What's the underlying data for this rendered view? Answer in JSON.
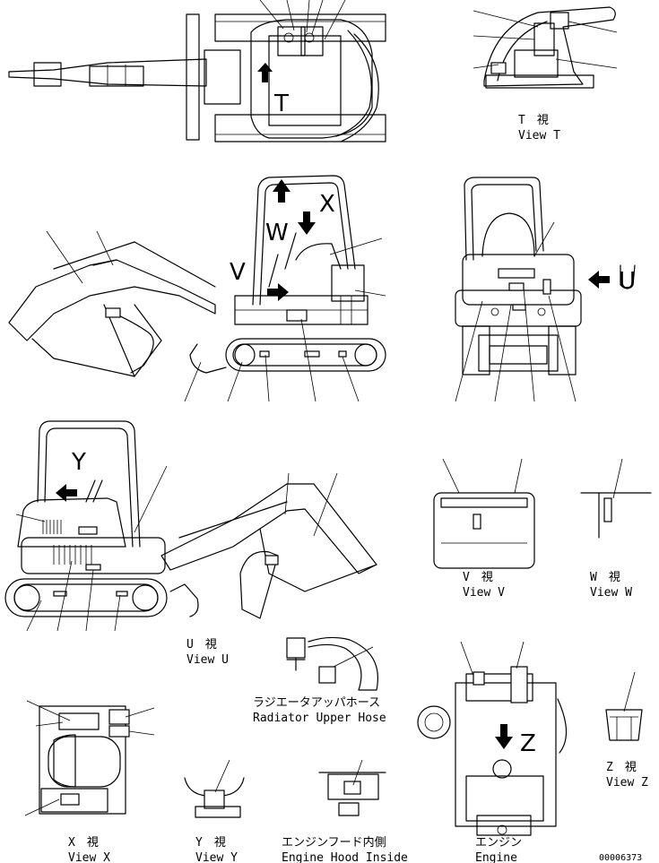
{
  "views": {
    "t": {
      "title_jp": "T　視",
      "title_en": "View T"
    },
    "u": {
      "title_jp": "U　視",
      "title_en": "View U"
    },
    "v": {
      "title_jp": "V　視",
      "title_en": "View V"
    },
    "w": {
      "title_jp": "W　視",
      "title_en": "View W"
    },
    "x": {
      "title_jp": "X　視",
      "title_en": "View X"
    },
    "y": {
      "title_jp": "Y　視",
      "title_en": "View Y"
    },
    "z": {
      "title_jp": "Z　視",
      "title_en": "View Z"
    },
    "radiator": {
      "title_jp": "ラジエータアッパホース",
      "title_en": "Radiator Upper Hose"
    },
    "hood": {
      "title_jp": "エンジンフード内側",
      "title_en": "Engine Hood Inside"
    },
    "engine": {
      "title_jp": "エンジン",
      "title_en": "Engine"
    }
  },
  "markers": {
    "t": "T",
    "v": "V",
    "w": "W",
    "x": "X",
    "u": "U",
    "y": "Y",
    "z": "Z"
  },
  "drawing_number": "00006373"
}
